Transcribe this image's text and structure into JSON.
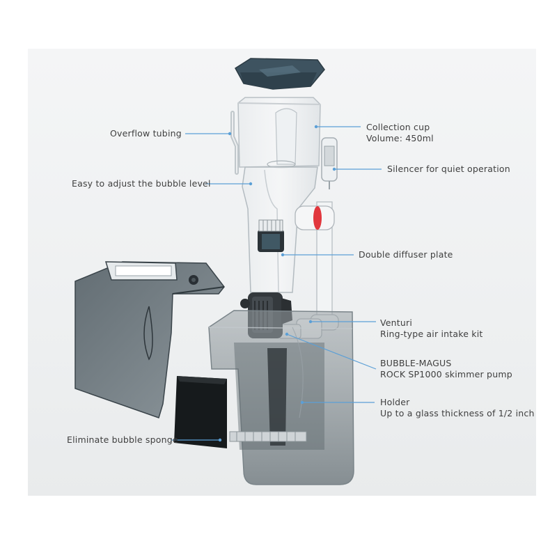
{
  "callouts": {
    "overflow_tubing": "Overflow tubing",
    "bubble_level": "Easy to adjust the bubble level",
    "eliminate_sponge": "Eliminate bubble sponge",
    "collection_cup": [
      "Collection cup",
      "Volume: 450ml"
    ],
    "silencer": "Silencer for quiet operation",
    "diffuser": "Double diffuser plate",
    "venturi": [
      "Venturi",
      "Ring-type air intake kit"
    ],
    "pump": [
      "BUBBLE-MAGUS",
      "ROCK SP1000 skimmer pump"
    ],
    "holder": [
      "Holder",
      "Up to a glass thickness of 1/2 inch"
    ]
  },
  "colors": {
    "leader_line": "#5b9fd6",
    "panel_background": "#eef0f1",
    "label_text": "#3f3f3f",
    "acrylic_tint": "#6f7a80",
    "lid": "#3e5360",
    "venturi_ring": "#e1373d"
  }
}
